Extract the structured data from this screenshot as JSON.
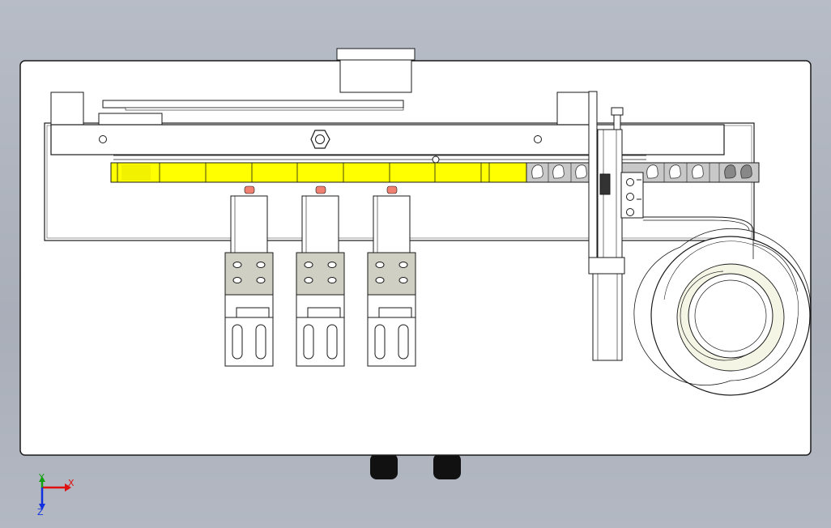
{
  "triad": {
    "x_label": "X",
    "y_label": "Y",
    "z_label": "Z",
    "x_color": "#e01010",
    "y_color": "#10a010",
    "z_color": "#1030e0"
  },
  "colors": {
    "background": "#afb4be",
    "plate": "#ffffff",
    "line": "#1a1a1a",
    "yellow": "#ffff00",
    "block": "#cfcfc4",
    "tip": "#f08070"
  }
}
